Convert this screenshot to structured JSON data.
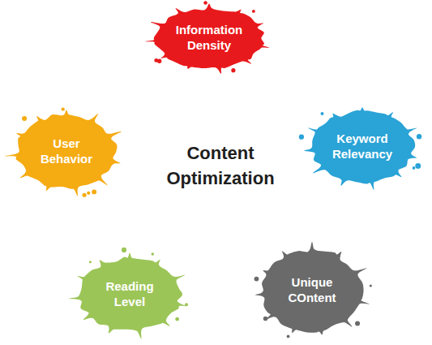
{
  "diagram": {
    "title": "Content Optimization",
    "nodes": [
      {
        "text": [
          "Information Density"
        ]
      },
      {
        "text": [
          "User Behavior"
        ]
      },
      {
        "text": [
          "Keyword Relevancy"
        ]
      },
      {
        "text": [
          "Reading Level"
        ]
      },
      {
        "text": [
          "Unique COntent"
        ]
      }
    ]
  }
}
